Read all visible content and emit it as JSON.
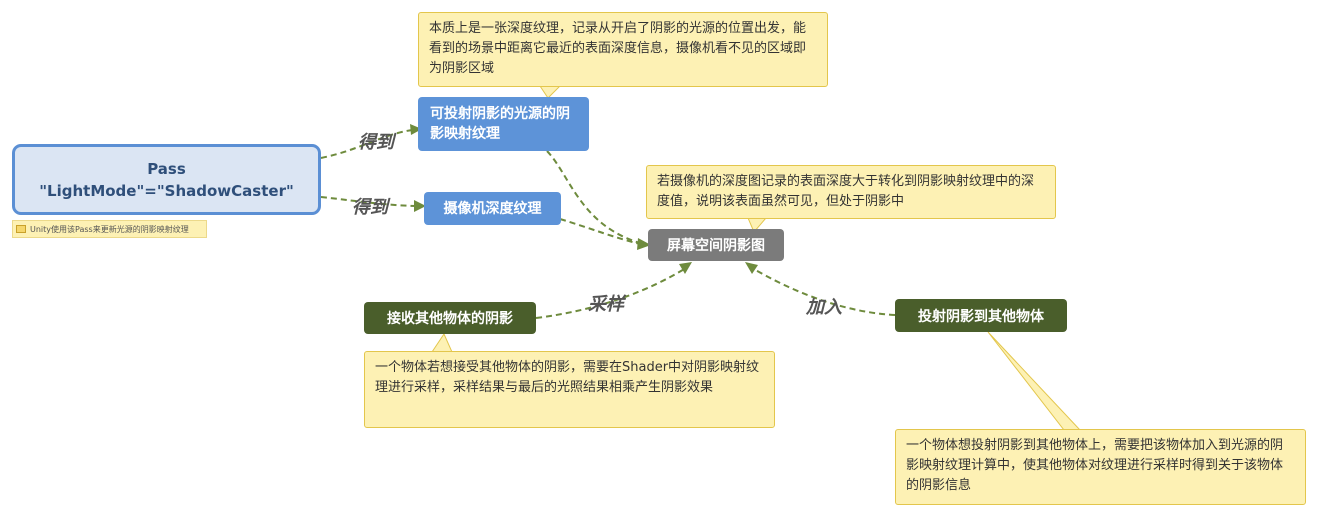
{
  "colors": {
    "root_fill": "#dbe5f3",
    "root_border": "#5b8fd4",
    "blue_node": "#5d93d8",
    "gray_node": "#7b7b7b",
    "green_node": "#4a5e2b",
    "callout_fill": "#fdf1b4",
    "callout_border": "#e3c64c",
    "connector": "#6e8b3d"
  },
  "root": {
    "line1": "Pass",
    "line2": "\"LightMode\"=\"ShadowCaster\"",
    "note": "Unity使用该Pass来更新光源的阴影映射纹理",
    "note_icon": "note-icon"
  },
  "nodes": {
    "shadow_map": "可投射阴影的光源的阴影映射纹理",
    "camera_depth": "摄像机深度纹理",
    "screen_shadow": "屏幕空间阴影图",
    "receive": "接收其他物体的阴影",
    "cast": "投射阴影到其他物体"
  },
  "edge_labels": {
    "get1": "得到",
    "get2": "得到",
    "sample": "采样",
    "add": "加入"
  },
  "callouts": {
    "shadow_map": "本质上是一张深度纹理，记录从开启了阴影的光源的位置出发，能看到的场景中距离它最近的表面深度信息，摄像机看不见的区域即为阴影区域",
    "screen_shadow": "若摄像机的深度图记录的表面深度大于转化到阴影映射纹理中的深度值，说明该表面虽然可见，但处于阴影中",
    "receive": "一个物体若想接受其他物体的阴影，需要在Shader中对阴影映射纹理进行采样，采样结果与最后的光照结果相乘产生阴影效果",
    "cast": "一个物体想投射阴影到其他物体上，需要把该物体加入到光源的阴影映射纹理计算中，使其他物体对纹理进行采样时得到关于该物体的阴影信息"
  }
}
